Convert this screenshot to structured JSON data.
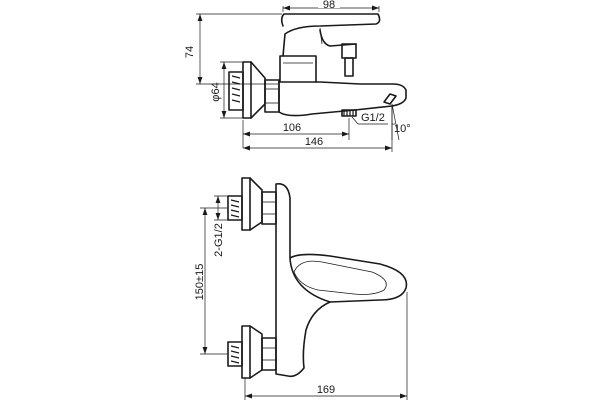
{
  "dimensions": {
    "top_width": "98",
    "handle_height": "74",
    "flange_diameter": "φ64",
    "spout_offset": "106",
    "total_length": "146",
    "outlet_thread": "G1/2",
    "spout_angle": "10°",
    "inlet_thread": "2-G1/2",
    "inlet_spacing": "150±15",
    "front_width": "169"
  }
}
